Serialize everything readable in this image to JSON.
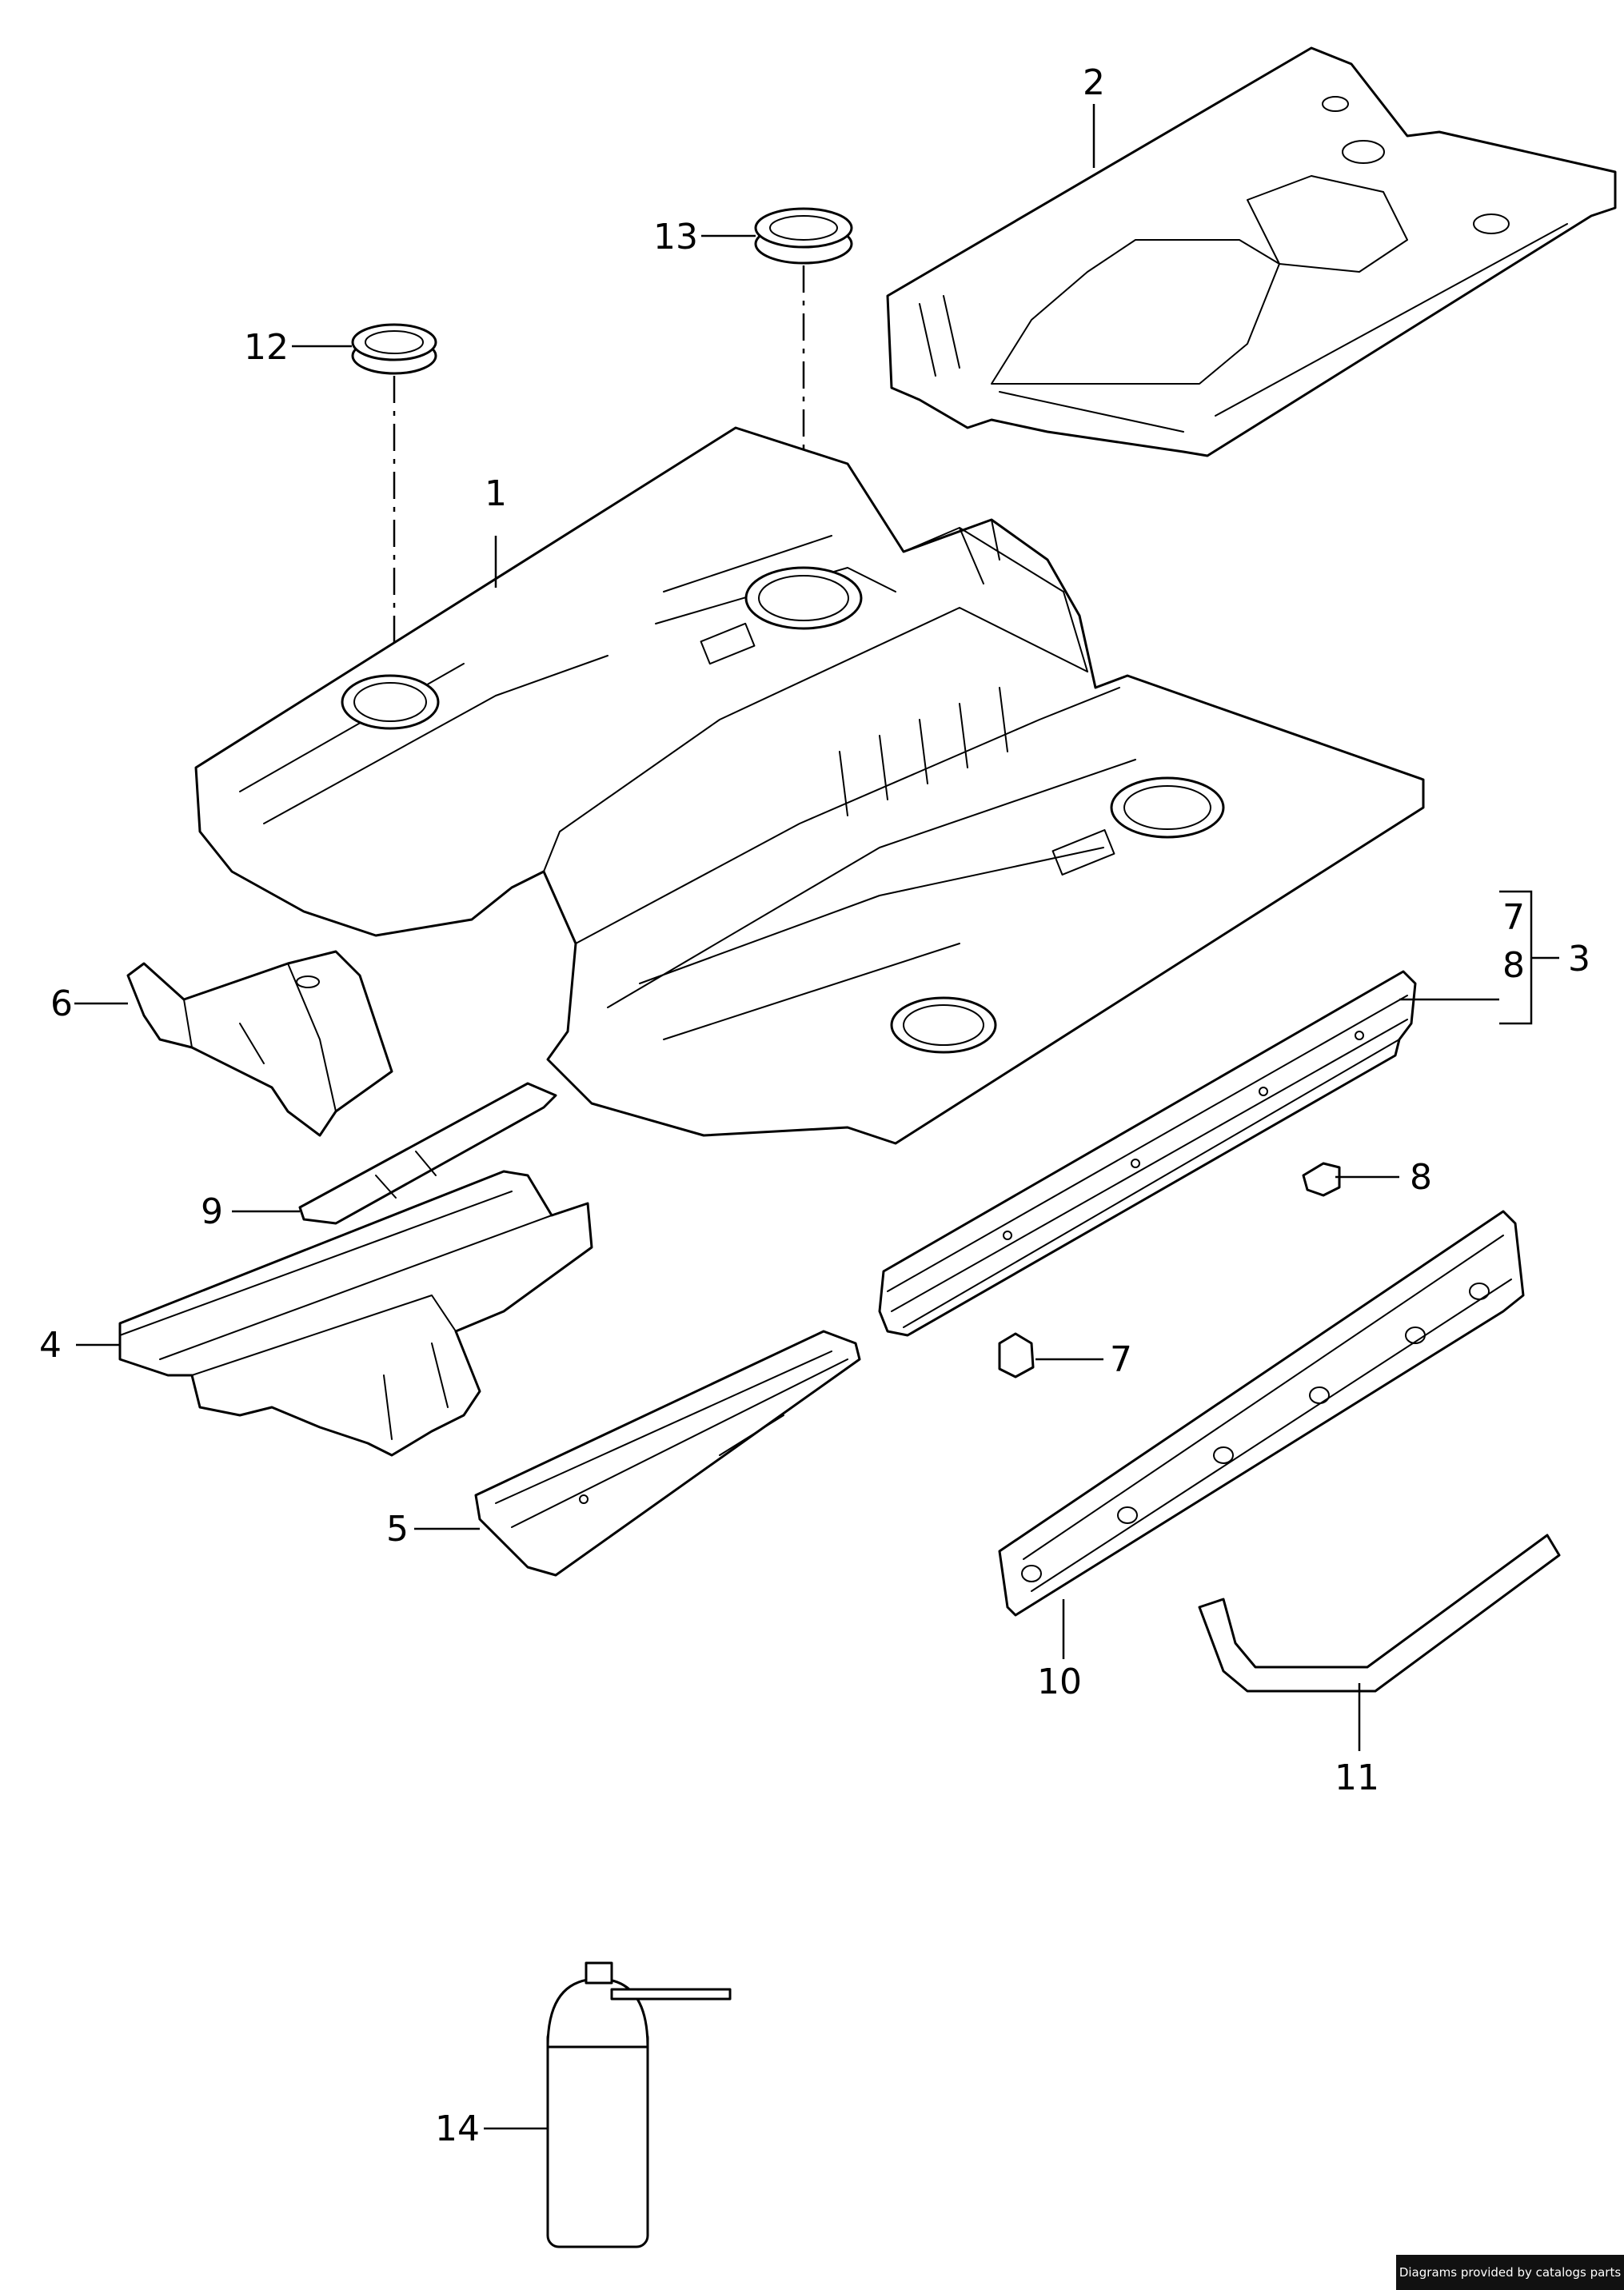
{
  "callouts": [
    {
      "id": "label-1",
      "text": "1"
    },
    {
      "id": "label-2",
      "text": "2"
    },
    {
      "id": "label-3",
      "text": "3"
    },
    {
      "id": "label-4",
      "text": "4"
    },
    {
      "id": "label-5",
      "text": "5"
    },
    {
      "id": "label-6",
      "text": "6"
    },
    {
      "id": "label-7",
      "text": "7"
    },
    {
      "id": "label-7-group",
      "text": "7"
    },
    {
      "id": "label-8",
      "text": "8"
    },
    {
      "id": "label-8-group",
      "text": "8"
    },
    {
      "id": "label-9",
      "text": "9"
    },
    {
      "id": "label-10",
      "text": "10"
    },
    {
      "id": "label-11",
      "text": "11"
    },
    {
      "id": "label-12",
      "text": "12"
    },
    {
      "id": "label-13",
      "text": "13"
    },
    {
      "id": "label-14",
      "text": "14"
    }
  ],
  "footer": {
    "text": "Diagrams provided by catalogs parts"
  }
}
